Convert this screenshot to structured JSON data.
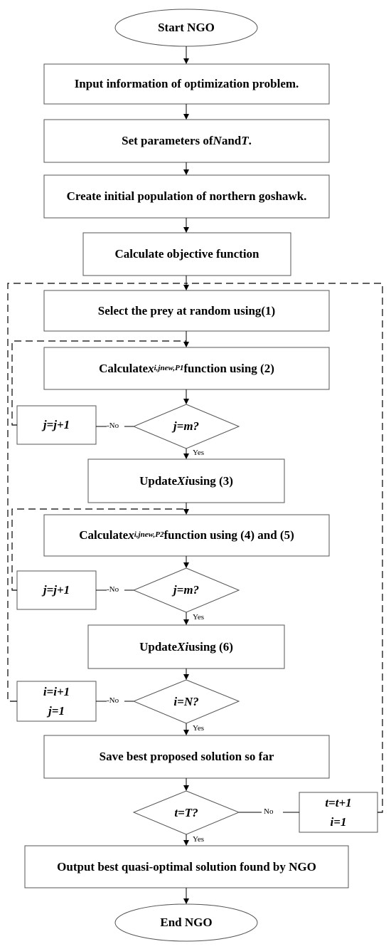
{
  "nodes": {
    "start": "Start NGO",
    "input": "Input information of optimization problem.",
    "set_params": {
      "pre": "Set parameters of ",
      "n": "N",
      "mid": " and ",
      "t": "T",
      "post": "."
    },
    "create_pop": "Create initial population of northern goshawk.",
    "calc_obj": "Calculate objective function",
    "select_prey": "Select the prey at random using(1)",
    "calc_p1": {
      "pre": "Calculate ",
      "x": "x",
      "sub": "i,j",
      "sup": "new,P1",
      "post": "function using (2)"
    },
    "cond_jm_1": "j=m?",
    "jj_1": "j=j+1",
    "update_3": {
      "pre": "Update ",
      "x": "Xi",
      "post": " using (3)"
    },
    "calc_p2": {
      "pre": "Calculate ",
      "x": "x",
      "sub": "i,j",
      "sup": "new,P2",
      "post": " function using (4) and (5)"
    },
    "cond_jm_2": "j=m?",
    "jj_2": "j=j+1",
    "update_6": {
      "pre": "Update ",
      "x": "Xi",
      "post": " using (6)"
    },
    "cond_iN": "i=N?",
    "ii_line1": "i=i+1",
    "ii_line2": "j=1",
    "save_best": "Save best proposed solution so far",
    "cond_tT": "t=T?",
    "tt_line1": "t=t+1",
    "tt_line2": "i=1",
    "output": "Output best quasi-optimal solution found by NGO",
    "end": "End NGO"
  },
  "edge_labels": {
    "yes": "Yes",
    "no": "No",
    "dash_no": "-No",
    "t_no": "—No—"
  }
}
